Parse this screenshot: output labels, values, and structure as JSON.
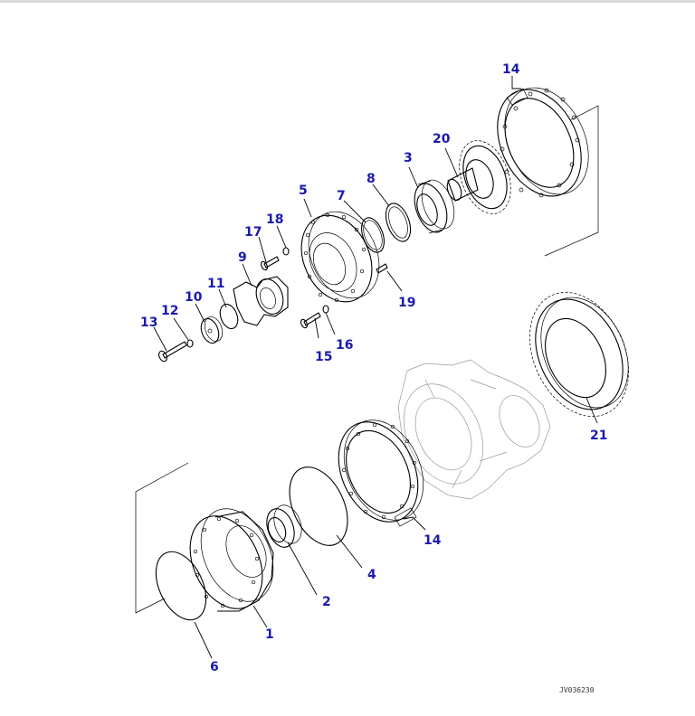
{
  "drawing_code": "JV036230",
  "callouts": [
    {
      "id": "c1",
      "label": "1"
    },
    {
      "id": "c2",
      "label": "2"
    },
    {
      "id": "c3",
      "label": "3"
    },
    {
      "id": "c4",
      "label": "4"
    },
    {
      "id": "c5",
      "label": "5"
    },
    {
      "id": "c6",
      "label": "6"
    },
    {
      "id": "c7",
      "label": "7"
    },
    {
      "id": "c8",
      "label": "8"
    },
    {
      "id": "c9",
      "label": "9"
    },
    {
      "id": "c10",
      "label": "10"
    },
    {
      "id": "c11",
      "label": "11"
    },
    {
      "id": "c12",
      "label": "12"
    },
    {
      "id": "c13",
      "label": "13"
    },
    {
      "id": "c14a",
      "label": "14"
    },
    {
      "id": "c14b",
      "label": "14"
    },
    {
      "id": "c15",
      "label": "15"
    },
    {
      "id": "c16",
      "label": "16"
    },
    {
      "id": "c17",
      "label": "17"
    },
    {
      "id": "c18",
      "label": "18"
    },
    {
      "id": "c19",
      "label": "19"
    },
    {
      "id": "c20",
      "label": "20"
    },
    {
      "id": "c21",
      "label": "21"
    }
  ],
  "colors": {
    "callout": "#1a1ab0",
    "line": "#000000",
    "ghost": "#999999"
  }
}
